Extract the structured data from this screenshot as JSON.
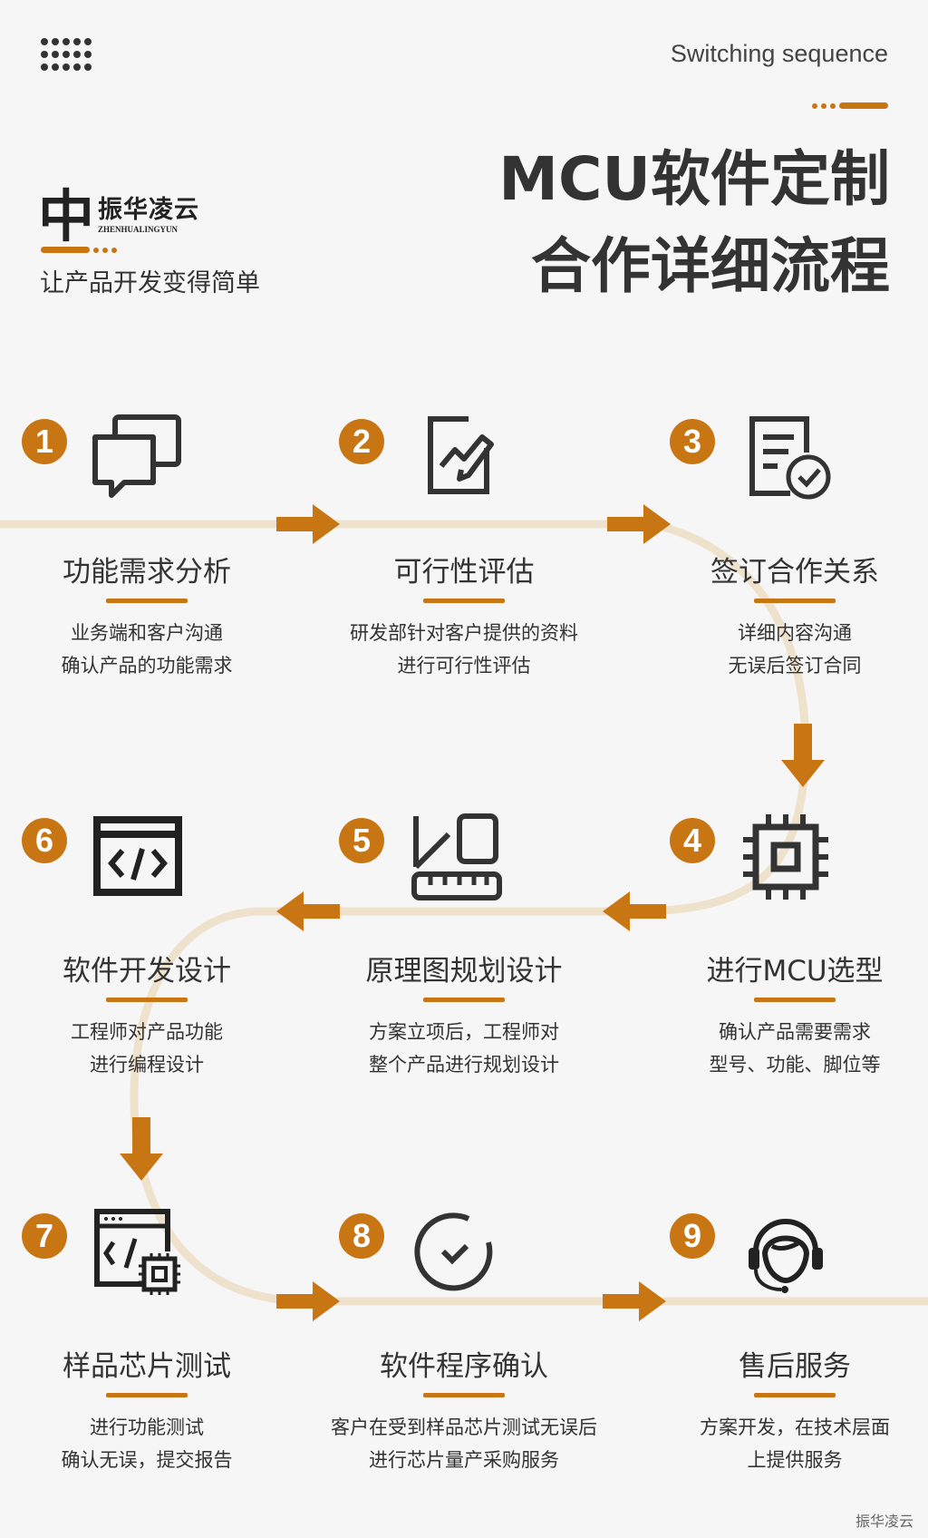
{
  "header": {
    "subtitle": "Switching sequence",
    "title_line1": "MCU软件定制",
    "title_line2": "合作详细流程",
    "tagline": "让产品开发变得简单"
  },
  "logo": {
    "cn": "振华凌云",
    "en": "ZHENHUALINGYUN"
  },
  "colors": {
    "accent": "#c87514",
    "path": "#efe2cd",
    "text": "#333333"
  },
  "steps": [
    {
      "num": "1",
      "title": "功能需求分析",
      "desc1": "业务端和客户沟通",
      "desc2": "确认产品的功能需求",
      "icon": "chat-bubbles-icon"
    },
    {
      "num": "2",
      "title": "可行性评估",
      "desc1": "研发部针对客户提供的资料",
      "desc2": "进行可行性评估",
      "icon": "chart-pen-icon"
    },
    {
      "num": "3",
      "title": "签订合作关系",
      "desc1": "详细内容沟通",
      "desc2": "无误后签订合同",
      "icon": "document-check-icon"
    },
    {
      "num": "4",
      "title": "进行MCU选型",
      "desc1": "确认产品需要需求",
      "desc2": "型号、功能、脚位等",
      "icon": "chip-icon"
    },
    {
      "num": "5",
      "title": "原理图规划设计",
      "desc1": "方案立项后，工程师对",
      "desc2": "整个产品进行规划设计",
      "icon": "ruler-design-icon"
    },
    {
      "num": "6",
      "title": "软件开发设计",
      "desc1": "工程师对产品功能",
      "desc2": "进行编程设计",
      "icon": "code-window-icon"
    },
    {
      "num": "7",
      "title": "样品芯片测试",
      "desc1": "进行功能测试",
      "desc2": "确认无误，提交报告",
      "icon": "code-chip-icon"
    },
    {
      "num": "8",
      "title": "软件程序确认",
      "desc1": "客户在受到样品芯片测试无误后",
      "desc2": "进行芯片量产采购服务",
      "icon": "check-circle-icon"
    },
    {
      "num": "9",
      "title": "售后服务",
      "desc1": "方案开发，在技术层面",
      "desc2": "上提供服务",
      "icon": "headset-support-icon"
    }
  ],
  "watermark": "振华凌云"
}
